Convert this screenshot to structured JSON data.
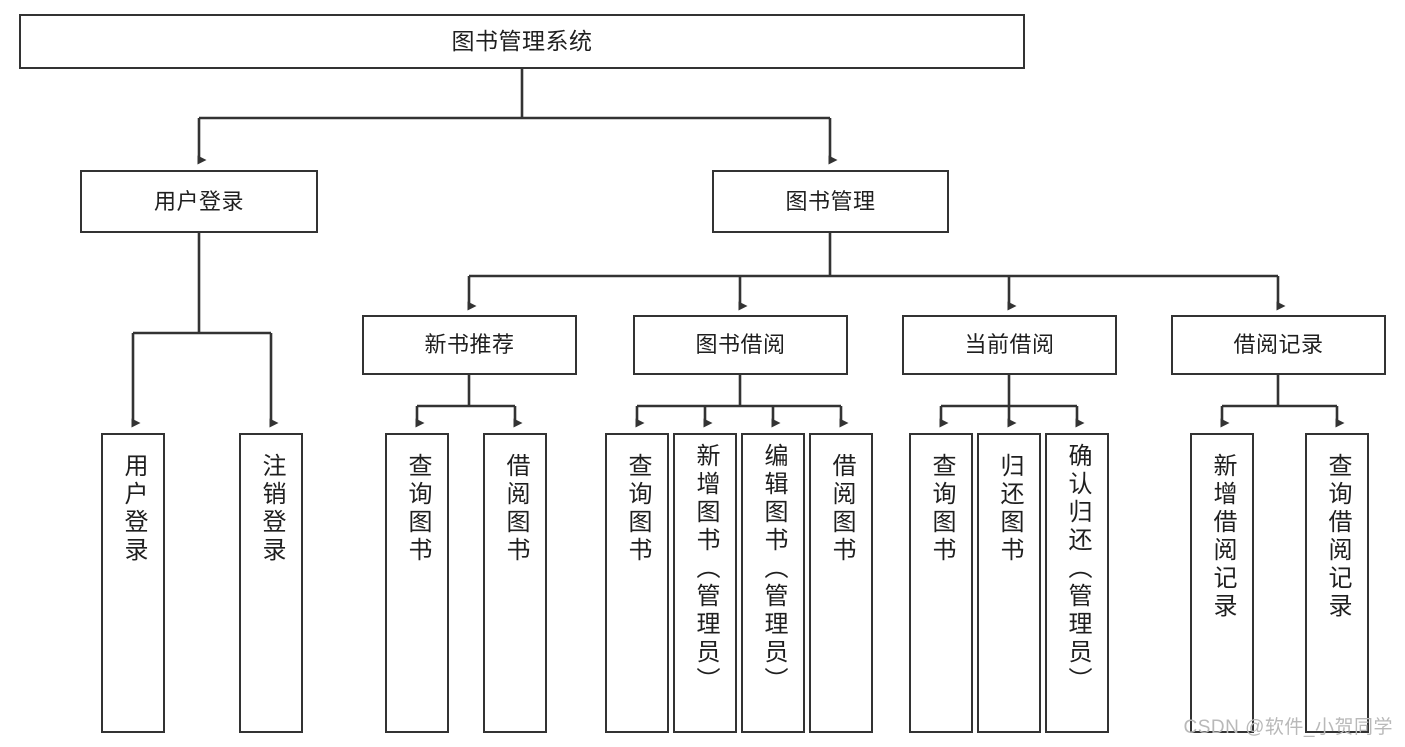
{
  "diagram": {
    "title": "图书管理系统",
    "type": "tree-hierarchy-diagram",
    "watermark": "CSDN @软件_小贺同学",
    "colors": {
      "stroke": "#333333",
      "fill": "#ffffff",
      "text": "#1f1f1f",
      "watermark": "#b9b9b9"
    },
    "levels": {
      "root": {
        "label": "图书管理系统"
      },
      "level2": [
        {
          "id": "user-login",
          "label": "用户登录"
        },
        {
          "id": "book-management",
          "label": "图书管理"
        }
      ],
      "level3": [
        {
          "id": "new-book-recommend",
          "label": "新书推荐",
          "parent": "book-management"
        },
        {
          "id": "book-borrow",
          "label": "图书借阅",
          "parent": "book-management"
        },
        {
          "id": "current-borrow",
          "label": "当前借阅",
          "parent": "book-management"
        },
        {
          "id": "borrow-record",
          "label": "借阅记录",
          "parent": "book-management"
        }
      ],
      "leaves": [
        {
          "id": "leaf-user-login",
          "label": "用户登录",
          "parent": "user-login"
        },
        {
          "id": "leaf-user-logout",
          "label": "注销登录",
          "parent": "user-login"
        },
        {
          "id": "leaf-query-book-1",
          "label": "查询图书",
          "parent": "new-book-recommend"
        },
        {
          "id": "leaf-borrow-book-1",
          "label": "借阅图书",
          "parent": "new-book-recommend"
        },
        {
          "id": "leaf-query-book-2",
          "label": "查询图书",
          "parent": "book-borrow"
        },
        {
          "id": "leaf-add-book",
          "label": "新增图书（管理员）",
          "parent": "book-borrow"
        },
        {
          "id": "leaf-edit-book",
          "label": "编辑图书（管理员）",
          "parent": "book-borrow"
        },
        {
          "id": "leaf-borrow-book-2",
          "label": "借阅图书",
          "parent": "book-borrow"
        },
        {
          "id": "leaf-query-book-3",
          "label": "查询图书",
          "parent": "current-borrow"
        },
        {
          "id": "leaf-return-book",
          "label": "归还图书",
          "parent": "current-borrow"
        },
        {
          "id": "leaf-confirm-return",
          "label": "确认归还（管理员）",
          "parent": "current-borrow"
        },
        {
          "id": "leaf-add-record",
          "label": "新增借阅记录",
          "parent": "borrow-record"
        },
        {
          "id": "leaf-query-record",
          "label": "查询借阅记录",
          "parent": "borrow-record"
        }
      ]
    }
  }
}
